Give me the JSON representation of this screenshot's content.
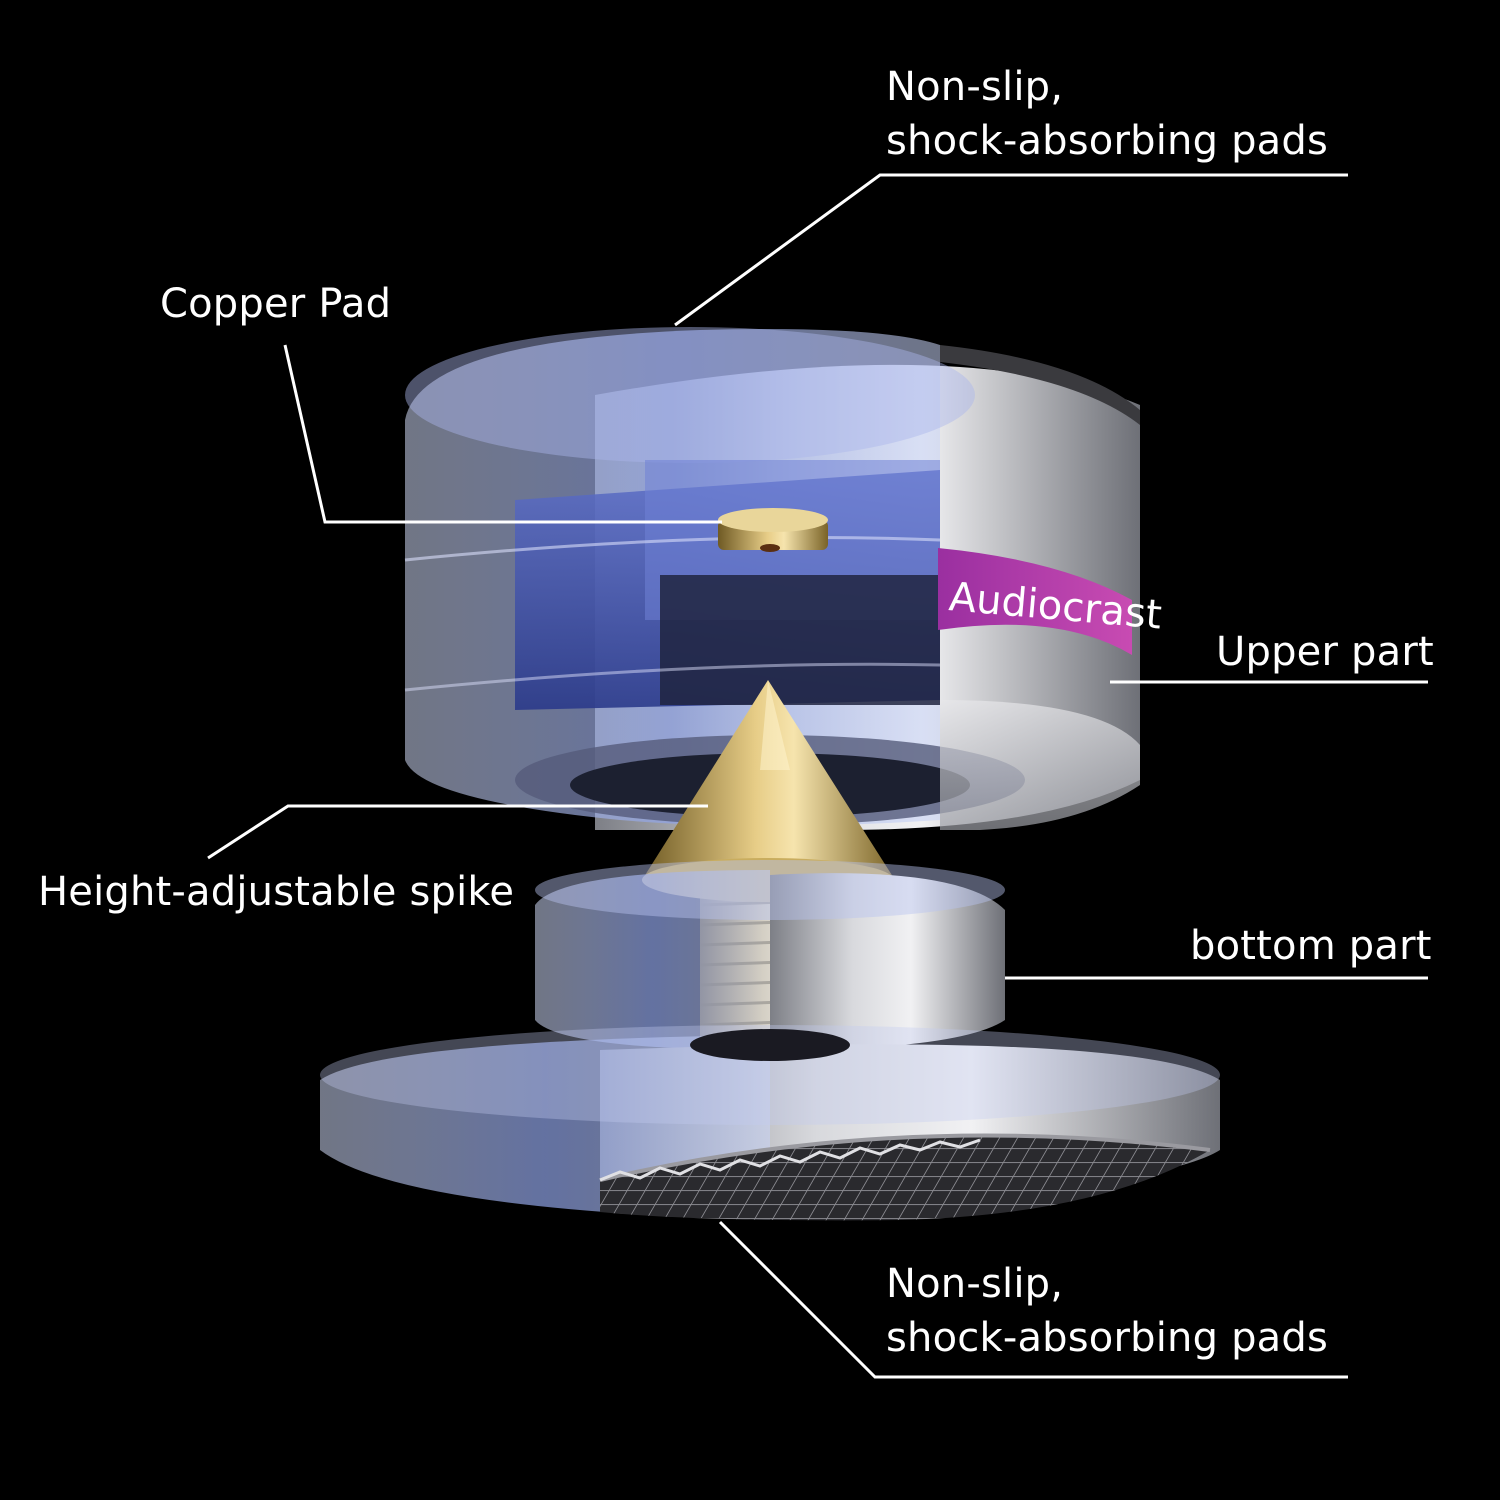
{
  "labels": {
    "top_pads_line1": "Non-slip,",
    "top_pads_line2": "shock-absorbing pads",
    "copper_pad": "Copper Pad",
    "upper_part": "Upper part",
    "spike": "Height-adjustable spike",
    "bottom_part": "bottom part",
    "bottom_pads_line1": "Non-slip,",
    "bottom_pads_line2": "shock-absorbing pads"
  },
  "product": {
    "brand": "Audiocrast"
  },
  "colors": {
    "background": "#000000",
    "label_text": "#ffffff",
    "leader_line": "#ffffff",
    "silver_metal": "#c9c9cc",
    "translucent_blue": "#8fa6e8",
    "brass": "#c8a85a",
    "brand_band": "#b23aa8"
  }
}
